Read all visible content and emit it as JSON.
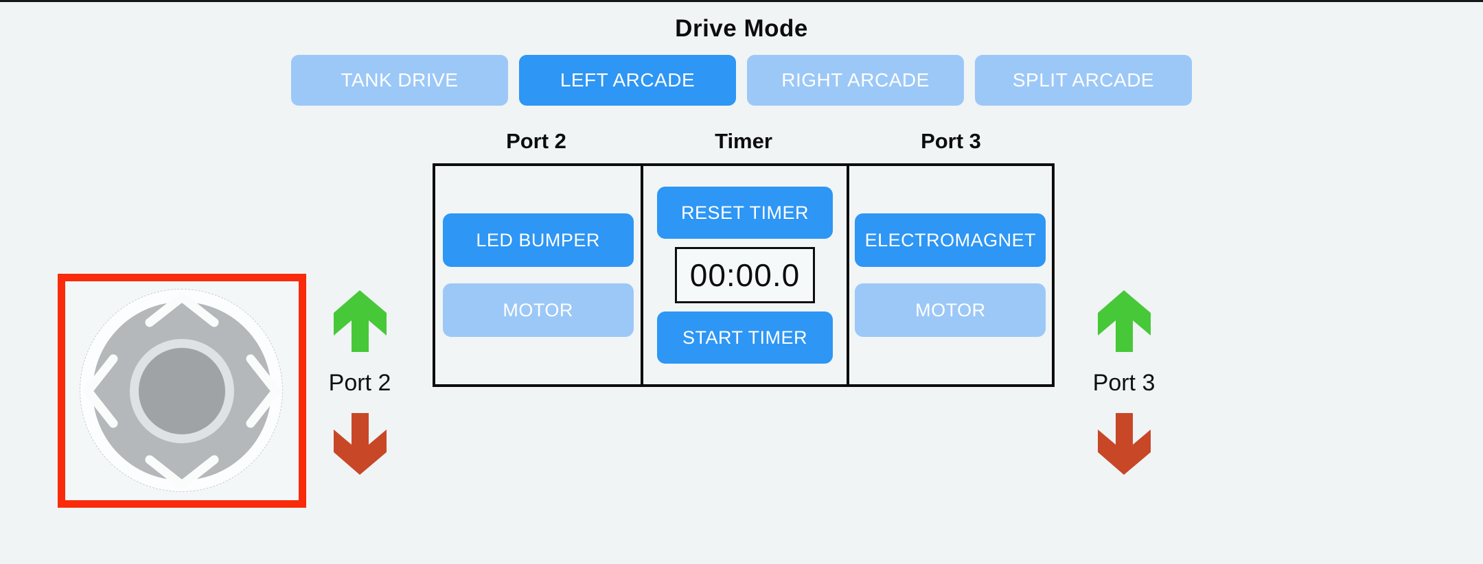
{
  "window": {
    "background": "#F0F4F5",
    "top_border_color": "#171717"
  },
  "drive_mode": {
    "title": "Drive Mode",
    "buttons": [
      {
        "label": "TANK DRIVE",
        "active": false
      },
      {
        "label": "LEFT ARCADE",
        "active": true
      },
      {
        "label": "RIGHT ARCADE",
        "active": false
      },
      {
        "label": "SPLIT ARCADE",
        "active": false
      }
    ]
  },
  "control_board": {
    "columns": [
      {
        "header": "Port 2",
        "buttons": [
          {
            "label": "LED BUMPER",
            "state": "active"
          },
          {
            "label": "MOTOR",
            "state": "inactive"
          }
        ]
      },
      {
        "header": "Timer",
        "buttons": [
          {
            "label": "RESET TIMER",
            "state": "active"
          },
          {
            "label": "START TIMER",
            "state": "active"
          }
        ],
        "display_value": "00:00.0"
      },
      {
        "header": "Port 3",
        "buttons": [
          {
            "label": "ELECTROMAGNET",
            "state": "active"
          },
          {
            "label": "MOTOR",
            "state": "inactive"
          }
        ]
      }
    ]
  },
  "joystick": {
    "selected": true,
    "selection_color": "#F92B0B",
    "pad_color": "#B4B8BA",
    "knob_color": "#9FA3A5"
  },
  "side_controls": {
    "left": {
      "label": "Port 2",
      "up_color": "#47C838",
      "down_color": "#C84727"
    },
    "right": {
      "label": "Port 3",
      "up_color": "#47C838",
      "down_color": "#C84727"
    }
  },
  "colors": {
    "accent_active": "#2E96F4",
    "accent_inactive": "#9CC8F7",
    "panel_border": "#0d0d0d"
  }
}
